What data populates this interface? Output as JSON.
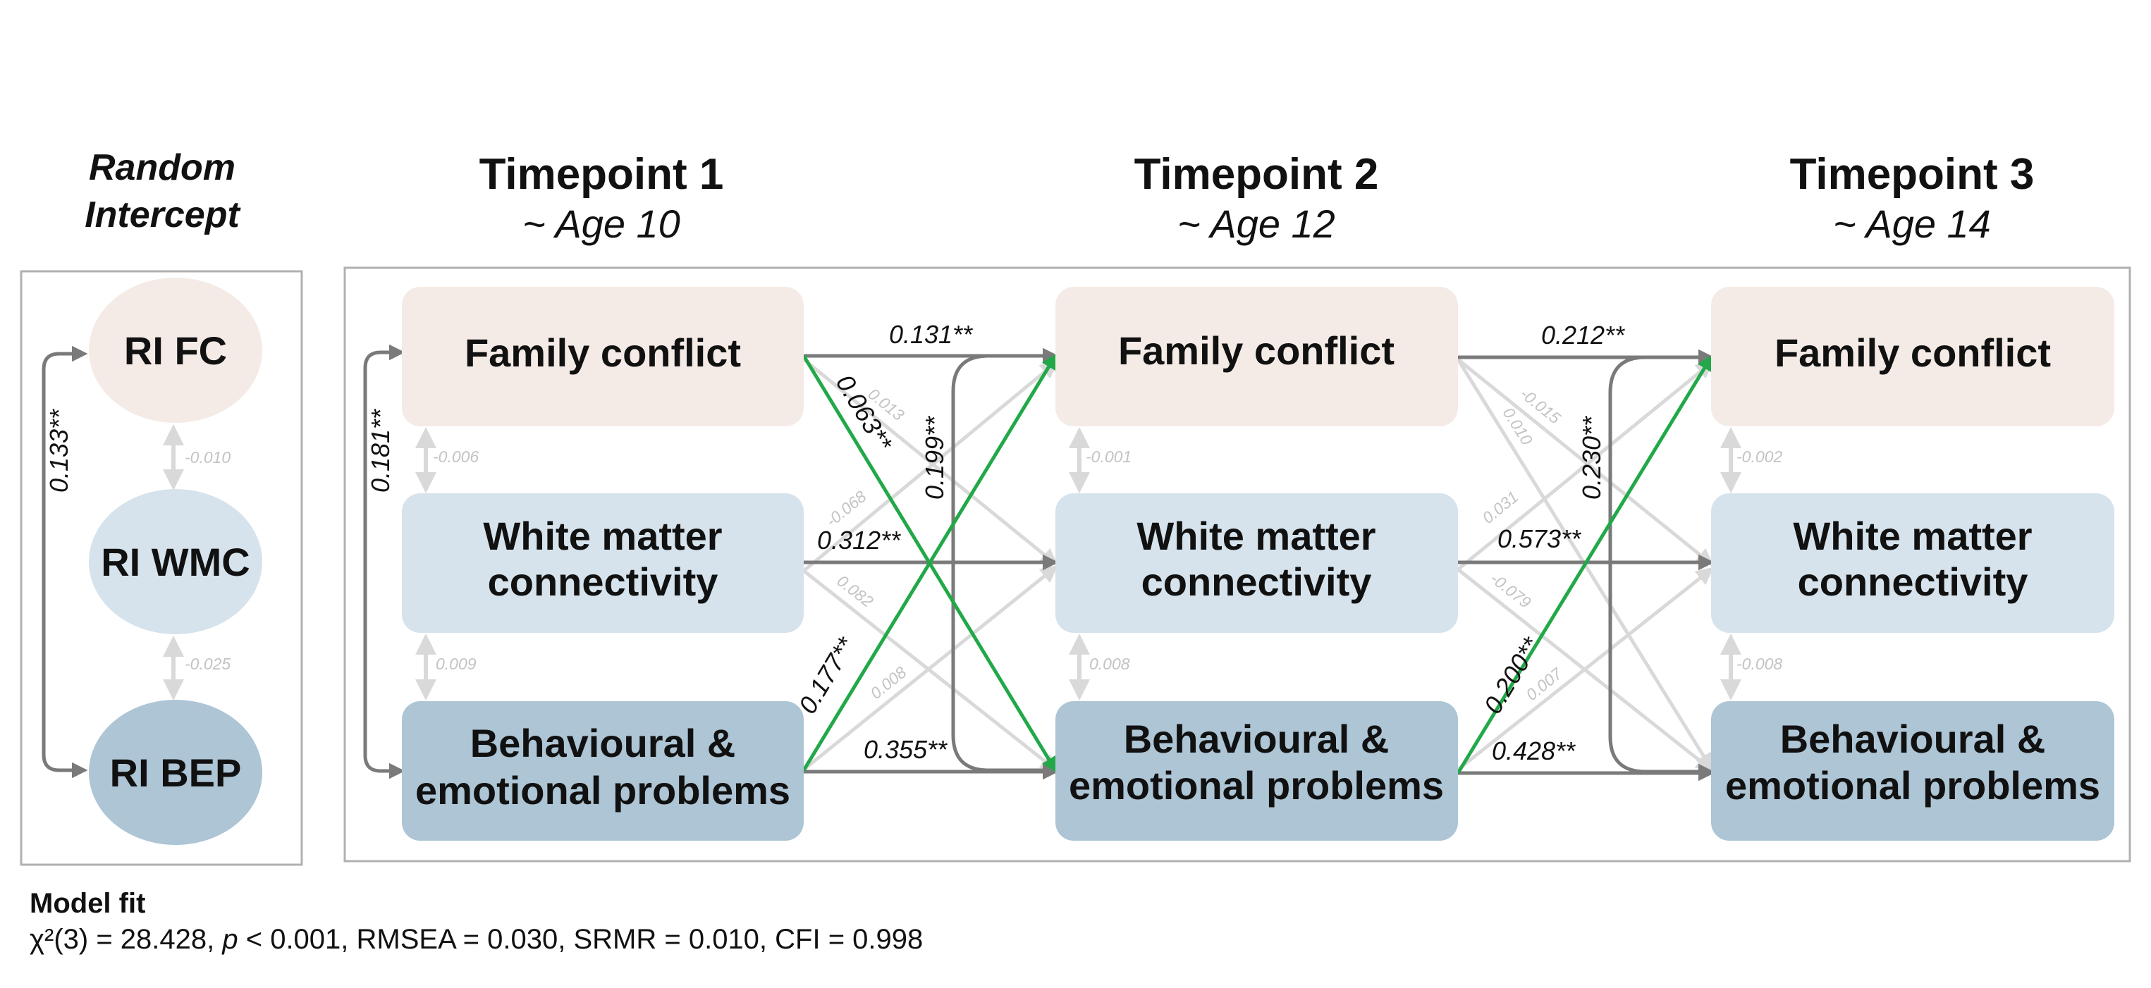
{
  "random_intercept": {
    "title_line1": "Random",
    "title_line2": "Intercept",
    "nodes": {
      "fc": "RI FC",
      "wmc": "RI WMC",
      "bep": "RI BEP"
    },
    "coefs": {
      "fc_bep": "0.133**",
      "fc_wmc": "-0.010",
      "wmc_bep": "-0.025"
    }
  },
  "timepoints": [
    {
      "title": "Timepoint 1",
      "subtitle": "~ Age 10"
    },
    {
      "title": "Timepoint 2",
      "subtitle": "~ Age 12"
    },
    {
      "title": "Timepoint 3",
      "subtitle": "~ Age 14"
    }
  ],
  "nodes": {
    "fc": "Family conflict",
    "wmc_line1": "White matter",
    "wmc_line2": "connectivity",
    "bep_line1": "Behavioural &",
    "bep_line2": "emotional problems"
  },
  "within_coefs": {
    "t1": {
      "fc_bep": "0.181**",
      "fc_wmc": "-0.006",
      "wmc_bep": "0.009"
    },
    "t2": {
      "fc_wmc": "-0.001",
      "wmc_bep": "0.008"
    },
    "t3": {
      "fc_wmc": "-0.002",
      "wmc_bep": "-0.008"
    }
  },
  "paths_t1_t2": {
    "fc_fc": "0.131**",
    "fc_bep": "0.063**",
    "fc_wmc": "0.013",
    "wmc_wmc": "0.312**",
    "wmc_fc": "-0.068",
    "wmc_bep": "0.082",
    "bep_bep": "0.355**",
    "bep_fc": "0.177**",
    "bep_wmc": "0.008",
    "res_fc_bep": "0.199**"
  },
  "paths_t2_t3": {
    "fc_fc": "0.212**",
    "fc_wmc": "-0.015",
    "fc_bep": "0.010",
    "wmc_wmc": "0.573**",
    "wmc_fc": "0.031",
    "wmc_bep": "-0.079",
    "bep_bep": "0.428**",
    "bep_fc": "0.200**",
    "bep_wmc": "0.007",
    "res_fc_bep": "0.230**"
  },
  "model_fit": {
    "title": "Model fit",
    "chi": "χ²(3) = 28.428, ",
    "p": "p",
    "rest": " < 0.001, RMSEA = 0.030, SRMR = 0.010, CFI = 0.998"
  },
  "colors": {
    "fc_fill": "#f5ebe6",
    "wmc_fill": "#d6e3ec",
    "bep_fill": "#adc5d5",
    "significant_path": "#22a849",
    "strong_path": "#7a7a7a",
    "weak_path": "#d9d9d9",
    "panel_border": "#b0b0b0"
  }
}
